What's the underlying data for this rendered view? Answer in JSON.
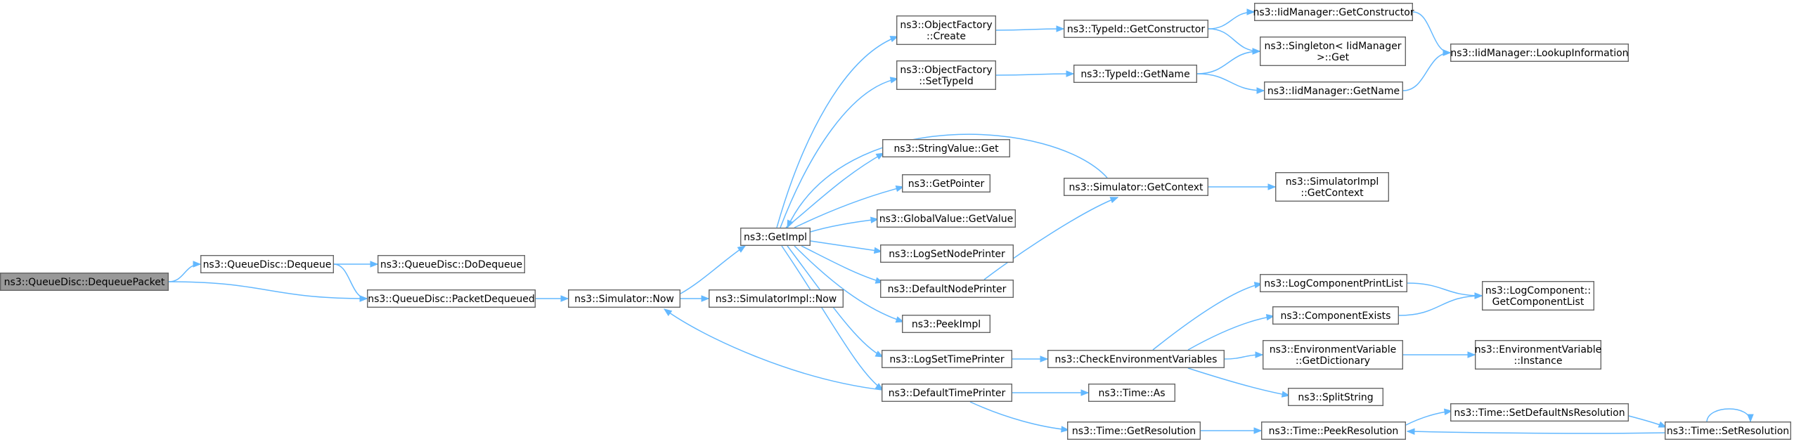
{
  "graph": {
    "nodes": [
      {
        "id": "dequeuePacket",
        "lines": [
          "ns3::QueueDisc::DequeuePacket"
        ],
        "root": true
      },
      {
        "id": "dequeue",
        "lines": [
          "ns3::QueueDisc::Dequeue"
        ]
      },
      {
        "id": "doDequeue",
        "lines": [
          "ns3::QueueDisc::DoDequeue"
        ]
      },
      {
        "id": "packetDequeued",
        "lines": [
          "ns3::QueueDisc::PacketDequeued"
        ]
      },
      {
        "id": "simNow",
        "lines": [
          "ns3::Simulator::Now"
        ]
      },
      {
        "id": "simImplNow",
        "lines": [
          "ns3::SimulatorImpl::Now"
        ]
      },
      {
        "id": "getImpl",
        "lines": [
          "ns3::GetImpl"
        ]
      },
      {
        "id": "ofCreate",
        "lines": [
          "ns3::ObjectFactory",
          "::Create"
        ]
      },
      {
        "id": "ofSetTypeId",
        "lines": [
          "ns3::ObjectFactory",
          "::SetTypeId"
        ]
      },
      {
        "id": "stringValueGet",
        "lines": [
          "ns3::StringValue::Get"
        ]
      },
      {
        "id": "getPointer",
        "lines": [
          "ns3::GetPointer"
        ]
      },
      {
        "id": "globalValueGet",
        "lines": [
          "ns3::GlobalValue::GetValue"
        ]
      },
      {
        "id": "logSetNodePrinter",
        "lines": [
          "ns3::LogSetNodePrinter"
        ]
      },
      {
        "id": "defaultNodePrinter",
        "lines": [
          "ns3::DefaultNodePrinter"
        ]
      },
      {
        "id": "peekImpl",
        "lines": [
          "ns3::PeekImpl"
        ]
      },
      {
        "id": "logSetTimePrinter",
        "lines": [
          "ns3::LogSetTimePrinter"
        ]
      },
      {
        "id": "defaultTimePrinter",
        "lines": [
          "ns3::DefaultTimePrinter"
        ]
      },
      {
        "id": "typeIdGetConstructor",
        "lines": [
          "ns3::TypeId::GetConstructor"
        ]
      },
      {
        "id": "typeIdGetName",
        "lines": [
          "ns3::TypeId::GetName"
        ]
      },
      {
        "id": "simGetContext",
        "lines": [
          "ns3::Simulator::GetContext"
        ]
      },
      {
        "id": "checkEnv",
        "lines": [
          "ns3::CheckEnvironmentVariables"
        ]
      },
      {
        "id": "timeAs",
        "lines": [
          "ns3::Time::As"
        ]
      },
      {
        "id": "timeGetResolution",
        "lines": [
          "ns3::Time::GetResolution"
        ]
      },
      {
        "id": "iidGetConstructor",
        "lines": [
          "ns3::IidManager::GetConstructor"
        ]
      },
      {
        "id": "singletonGet",
        "lines": [
          "ns3::Singleton< IidManager",
          " >::Get"
        ]
      },
      {
        "id": "iidGetName",
        "lines": [
          "ns3::IidManager::GetName"
        ]
      },
      {
        "id": "simImplGetContext",
        "lines": [
          "ns3::SimulatorImpl",
          "::GetContext"
        ]
      },
      {
        "id": "logComponentPrintList",
        "lines": [
          "ns3::LogComponentPrintList"
        ]
      },
      {
        "id": "componentExists",
        "lines": [
          "ns3::ComponentExists"
        ]
      },
      {
        "id": "envGetDictionary",
        "lines": [
          "ns3::EnvironmentVariable",
          "::GetDictionary"
        ]
      },
      {
        "id": "splitString",
        "lines": [
          "ns3::SplitString"
        ]
      },
      {
        "id": "timePeekResolution",
        "lines": [
          "ns3::Time::PeekResolution"
        ]
      },
      {
        "id": "iidLookup",
        "lines": [
          "ns3::IidManager::LookupInformation"
        ]
      },
      {
        "id": "logComponentGetList",
        "lines": [
          "ns3::LogComponent::",
          "GetComponentList"
        ]
      },
      {
        "id": "envInstance",
        "lines": [
          "ns3::EnvironmentVariable",
          "::Instance"
        ]
      },
      {
        "id": "timeSetDefaultNsRes",
        "lines": [
          "ns3::Time::SetDefaultNsResolution"
        ]
      },
      {
        "id": "timeSetResolution",
        "lines": [
          "ns3::Time::SetResolution"
        ]
      }
    ],
    "edges": [
      [
        "dequeuePacket",
        "dequeue"
      ],
      [
        "dequeuePacket",
        "packetDequeued"
      ],
      [
        "dequeue",
        "doDequeue"
      ],
      [
        "dequeue",
        "packetDequeued"
      ],
      [
        "packetDequeued",
        "simNow"
      ],
      [
        "simNow",
        "simImplNow"
      ],
      [
        "simNow",
        "getImpl"
      ],
      [
        "getImpl",
        "ofCreate"
      ],
      [
        "getImpl",
        "ofSetTypeId"
      ],
      [
        "getImpl",
        "stringValueGet"
      ],
      [
        "getImpl",
        "getPointer"
      ],
      [
        "getImpl",
        "globalValueGet"
      ],
      [
        "getImpl",
        "logSetNodePrinter"
      ],
      [
        "getImpl",
        "defaultNodePrinter"
      ],
      [
        "getImpl",
        "peekImpl"
      ],
      [
        "getImpl",
        "logSetTimePrinter"
      ],
      [
        "getImpl",
        "defaultTimePrinter"
      ],
      [
        "simGetContext",
        "getImpl"
      ],
      [
        "defaultTimePrinter",
        "simNow"
      ],
      [
        "ofCreate",
        "typeIdGetConstructor"
      ],
      [
        "ofSetTypeId",
        "typeIdGetName"
      ],
      [
        "typeIdGetConstructor",
        "iidGetConstructor"
      ],
      [
        "typeIdGetConstructor",
        "singletonGet"
      ],
      [
        "typeIdGetName",
        "singletonGet"
      ],
      [
        "typeIdGetName",
        "iidGetName"
      ],
      [
        "iidGetConstructor",
        "iidLookup"
      ],
      [
        "iidGetName",
        "iidLookup"
      ],
      [
        "defaultNodePrinter",
        "simGetContext"
      ],
      [
        "simGetContext",
        "simImplGetContext"
      ],
      [
        "logSetTimePrinter",
        "checkEnv"
      ],
      [
        "checkEnv",
        "logComponentPrintList"
      ],
      [
        "checkEnv",
        "componentExists"
      ],
      [
        "checkEnv",
        "envGetDictionary"
      ],
      [
        "checkEnv",
        "splitString"
      ],
      [
        "logComponentPrintList",
        "logComponentGetList"
      ],
      [
        "componentExists",
        "logComponentGetList"
      ],
      [
        "envGetDictionary",
        "envInstance"
      ],
      [
        "defaultTimePrinter",
        "timeAs"
      ],
      [
        "defaultTimePrinter",
        "timeGetResolution"
      ],
      [
        "timeGetResolution",
        "timePeekResolution"
      ],
      [
        "timePeekResolution",
        "timeSetDefaultNsRes"
      ],
      [
        "timeSetDefaultNsRes",
        "timeSetResolution"
      ],
      [
        "timeSetResolution",
        "timePeekResolution"
      ],
      [
        "timeSetResolution",
        "timeSetResolution"
      ]
    ]
  },
  "colors": {
    "edge": "#63b8ff",
    "node_border": "#666666",
    "root_fill": "#999999",
    "node_fill": "#ffffff"
  }
}
